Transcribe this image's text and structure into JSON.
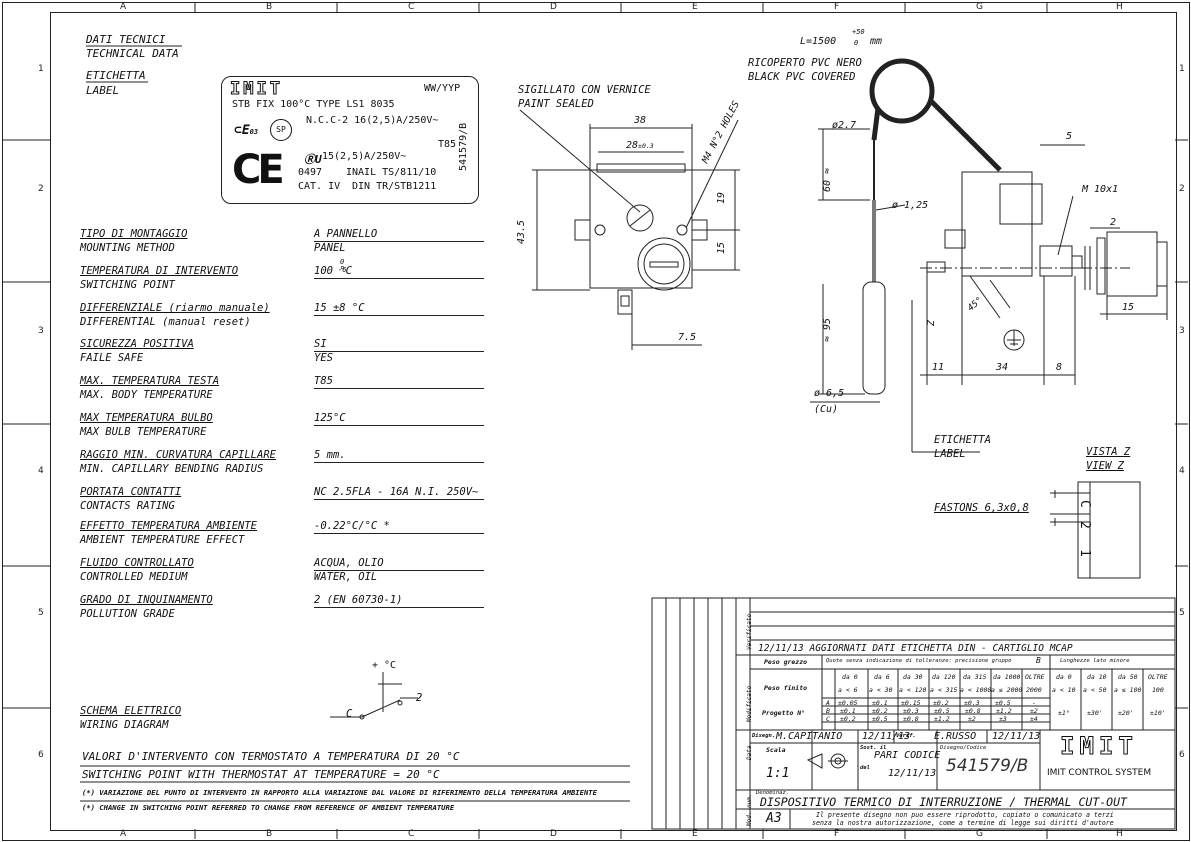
{
  "zones": {
    "columns": [
      "A",
      "B",
      "C",
      "D",
      "E",
      "F",
      "G",
      "H"
    ],
    "rows": [
      "1",
      "2",
      "3",
      "4",
      "5",
      "6"
    ]
  },
  "header": {
    "tech_it": "DATI TECNICI",
    "tech_en": "TECHNICAL DATA",
    "label_it": "ETICHETTA",
    "label_en": "LABEL"
  },
  "label_box": {
    "brand": "IMIT",
    "date_code": "WW/YYP",
    "line1": "STB FIX 100°C TYPE LS1 8035",
    "line2": "N.C.C-2 16(2,5)A/250V~",
    "t85": "T85",
    "ul_rating": "15(2,5)A/250V~",
    "inail_num": "0497",
    "inail": "INAIL TS/811/10",
    "cat": "CAT. IV",
    "din": "DIN TR/STB1211",
    "code_vertical": "541579/B",
    "ce": "CE",
    "mark_03": "03"
  },
  "specs": [
    {
      "it": "TIPO DI MONTAGGIO",
      "en": "MOUNTING METHOD",
      "value": "A PANNELLO",
      "value2": "PANEL"
    },
    {
      "it": "TEMPERATURA DI INTERVENTO",
      "en": "SWITCHING POINT",
      "value": "100 °C",
      "value2": "",
      "sup": "0",
      "sub": "-6"
    },
    {
      "it": "DIFFERENZIALE (riarmo manuale)",
      "en": "DIFFERENTIAL (manual reset)",
      "value": "15 ±8 °C",
      "value2": ""
    },
    {
      "it": "SICUREZZA POSITIVA",
      "en": "FAILE SAFE",
      "value": "SI",
      "value2": "YES"
    },
    {
      "it": "MAX. TEMPERATURA TESTA",
      "en": "MAX. BODY TEMPERATURE",
      "value": "T85",
      "value2": ""
    },
    {
      "it": "MAX TEMPERATURA BULBO",
      "en": "MAX BULB TEMPERATURE",
      "value": "125°C",
      "value2": ""
    },
    {
      "it": "RAGGIO MIN. CURVATURA CAPILLARE",
      "en": "MIN. CAPILLARY BENDING RADIUS",
      "value": "5 mm.",
      "value2": ""
    },
    {
      "it": "PORTATA CONTATTI",
      "en": "CONTACTS RATING",
      "value": "NC 2.5FLA - 16A N.I. 250V~",
      "value2": ""
    },
    {
      "it": "EFFETTO TEMPERATURA AMBIENTE",
      "en": "AMBIENT TEMPERATURE EFFECT",
      "value": "-0.22°C/°C *",
      "value2": ""
    },
    {
      "it": "FLUIDO CONTROLLATO",
      "en": "CONTROLLED MEDIUM",
      "value": "ACQUA, OLIO",
      "value2": "WATER, OIL"
    },
    {
      "it": "GRADO DI INQUINAMENTO",
      "en": "POLLUTION GRADE",
      "value": "2 (EN 60730-1)",
      "value2": ""
    }
  ],
  "wiring": {
    "it": "SCHEMA ELETTRICO",
    "en": "WIRING DIAGRAM",
    "plus_c": "+ °C",
    "c": "C",
    "two": "2"
  },
  "footnote": {
    "line1": "VALORI D'INTERVENTO CON TERMOSTATO A TEMPERATURA DI 20 °C",
    "line2": "SWITCHING POINT WITH THERMOSTAT AT TEMPERATURE = 20 °C",
    "note_it": "(*) VARIAZIONE DEL PUNTO DI INTERVENTO IN RAPPORTO ALLA VARIAZIONE DAL VALORE DI RIFERIMENTO DELLA TEMPERATURA AMBIENTE",
    "note_en": "(*) CHANGE IN SWITCHING POINT REFERRED TO CHANGE FROM REFERENCE OF AMBIENT TEMPERATURE"
  },
  "front_view": {
    "sealed_it": "SIGILLATO CON VERNICE",
    "sealed_en": "PAINT SEALED",
    "holes": "M4 N°2 HOLES",
    "d38": "38",
    "d28": "28",
    "d28_tol": "±0.3",
    "d43": "43.5",
    "d19": "19",
    "d15": "15",
    "d75": "7.5"
  },
  "side_view": {
    "length": "L=1500",
    "length_tol": "+50",
    "length_tol_low": "0",
    "length_unit": "mm",
    "pvc_it": "RICOPERTO PVC NERO",
    "pvc_en": "BLACK PVC COVERED",
    "d27": "ø2.7",
    "d5": "5",
    "m10": "M 10x1",
    "d60": "60 ≈",
    "d125": "ø 1,25",
    "d2": "2",
    "d95": "≈ 95",
    "d15b": "15",
    "d45": "45°",
    "d11": "11",
    "d34": "34",
    "d8": "8",
    "d65": "ø 6,5",
    "cu": "(Cu)",
    "label_it": "ETICHETTA",
    "label_en": "LABEL",
    "fastons": "FASTONS 6,3x0,8",
    "view_it": "VISTA Z",
    "view_en": "VIEW Z",
    "z": "Z",
    "c": "C",
    "n2": "2",
    "n1": "1"
  },
  "title_block": {
    "verificato": "Verificato",
    "modificato": "Modificato",
    "data_lbl": "Data",
    "modnum": "Mod. num.",
    "revision": "12/11/13 AGGIORNATI DATI ETICHETTA DIN - CARTIGLIO MCAP",
    "peso_grezzo": "Peso grezzo",
    "peso_finito": "Peso finito",
    "progetto": "Progetto N°",
    "quote_note": "Quote senza indicazione di tolleranze: precisione gruppo",
    "gruppo": "B",
    "lunghezze": "Lunghezze lato minore",
    "tol_heads": [
      "da 0",
      "da 6",
      "da 30",
      "da 120",
      "da 315",
      "da 1000",
      "OLTRE"
    ],
    "tol_heads2": [
      "a < 6",
      "a < 30",
      "a < 120",
      "a < 315",
      "a < 1000",
      "a ≤ 2000",
      "2000"
    ],
    "tol_rows": [
      {
        "g": "A",
        "v": [
          "±0.05",
          "±0.1",
          "±0.15",
          "±0.2",
          "±0.3",
          "±0.5",
          "-"
        ]
      },
      {
        "g": "B",
        "v": [
          "±0.1",
          "±0.2",
          "±0.3",
          "±0.5",
          "±0.8",
          "±1.2",
          "±2"
        ]
      },
      {
        "g": "C",
        "v": [
          "±0.2",
          "±0.5",
          "±0.8",
          "±1.2",
          "±2",
          "±3",
          "±4"
        ]
      }
    ],
    "ang_heads": [
      "da 0",
      "da 10",
      "da 50",
      "OLTRE"
    ],
    "ang_heads2": [
      "a < 10",
      "a < 50",
      "a ≤ 100",
      "100"
    ],
    "ang_vals": [
      "±1°",
      "±30'",
      "±20'",
      "±10'"
    ],
    "disegn_lbl": "Disegn.",
    "disegn": "M.CAPITANIO",
    "disegn_date": "12/11/13",
    "verif_lbl": "Verif.",
    "verif": "E.RUSSO",
    "verif_date": "12/11/13",
    "scala_lbl": "Scala",
    "scala": "1:1",
    "sost_lbl": "Sost. il",
    "del_lbl": "del",
    "pari": "PARI CODICE",
    "pari_date": "12/11/13",
    "disegno_lbl": "Disegno/Codice",
    "code": "541579/B",
    "brand": "IMIT",
    "company": "IMIT CONTROL SYSTEM",
    "denom_lbl": "Denominaz.",
    "title": "DISPOSITIVO TERMICO DI INTERRUZIONE / THERMAL CUT-OUT",
    "format": "A3",
    "legal1": "Il presente disegno non puo essere riprodotto, copiato o comunicato a terzi",
    "legal2": "senza la nostra autorizzazione, come a termine di legge sui diritti d'autore"
  }
}
